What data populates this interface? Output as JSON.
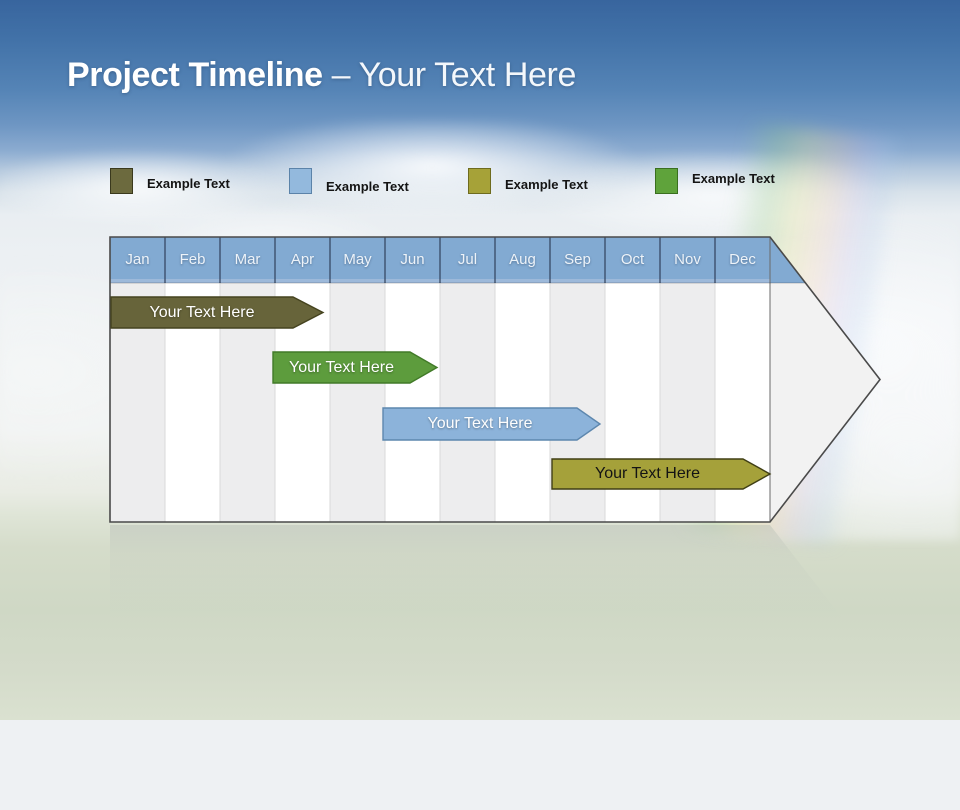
{
  "slide": {
    "title": {
      "bold": "Project Timeline",
      "rest": "– Your Text Here"
    }
  },
  "legend": {
    "items": [
      {
        "label": "Example Text",
        "color": "#6c6a3e",
        "border": "#3a391d"
      },
      {
        "label": "Example Text",
        "color": "#93b9dd",
        "border": "#5b83a9"
      },
      {
        "label": "Example Text",
        "color": "#a6a238",
        "border": "#6e6b1e"
      },
      {
        "label": "Example Text",
        "color": "#5fa33b",
        "border": "#3a6f1f"
      }
    ]
  },
  "timeline": {
    "months": [
      "Jan",
      "Feb",
      "Mar",
      "Apr",
      "May",
      "Jun",
      "Jul",
      "Aug",
      "Sep",
      "Oct",
      "Nov",
      "Dec"
    ],
    "header": {
      "fill": "#82aad2",
      "fill_bottom": "#9db9da",
      "line": "#31415c",
      "text_color": "#edf3f9"
    },
    "arrow_shape": {
      "fill": "#f2f2f2",
      "stroke": "#4a4a4a"
    },
    "columns": {
      "alt_fill": "#ededee",
      "fill": "#ffffff",
      "line": "#d9d9d9"
    },
    "bars": [
      {
        "label": "Your Text Here",
        "fill": "#67643a",
        "stroke": "#45431f",
        "text_color": "#ffffff",
        "start_month": "Jan",
        "end_month": "Mar"
      },
      {
        "label": "Your Text Here",
        "fill": "#5d9c3d",
        "stroke": "#417a28",
        "text_color": "#ffffff",
        "start_month": "Apr",
        "end_month": "Jun"
      },
      {
        "label": "Your Text Here",
        "fill": "#8cb3da",
        "stroke": "#5d87ae",
        "text_color": "#fdfdfd",
        "start_month": "Jun",
        "end_month": "Sep"
      },
      {
        "label": "Your Text Here",
        "fill": "#a5a13a",
        "stroke": "#403f15",
        "text_color": "#141414",
        "start_month": "Sep",
        "end_month": "Dec"
      }
    ]
  }
}
